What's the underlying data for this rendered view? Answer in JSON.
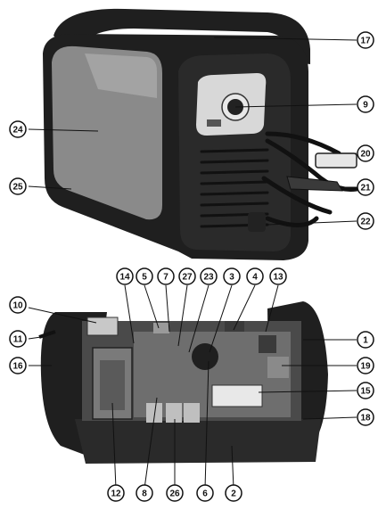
{
  "figure": {
    "callouts": [
      {
        "id": "17",
        "label": "17"
      },
      {
        "id": "9",
        "label": "9"
      },
      {
        "id": "24",
        "label": "24"
      },
      {
        "id": "20",
        "label": "20"
      },
      {
        "id": "25",
        "label": "25"
      },
      {
        "id": "21",
        "label": "21"
      },
      {
        "id": "22",
        "label": "22"
      },
      {
        "id": "14",
        "label": "14"
      },
      {
        "id": "5",
        "label": "5"
      },
      {
        "id": "7",
        "label": "7"
      },
      {
        "id": "27",
        "label": "27"
      },
      {
        "id": "23",
        "label": "23"
      },
      {
        "id": "3",
        "label": "3"
      },
      {
        "id": "4",
        "label": "4"
      },
      {
        "id": "13",
        "label": "13"
      },
      {
        "id": "10",
        "label": "10"
      },
      {
        "id": "11",
        "label": "11"
      },
      {
        "id": "16",
        "label": "16"
      },
      {
        "id": "1",
        "label": "1"
      },
      {
        "id": "19",
        "label": "19"
      },
      {
        "id": "15",
        "label": "15"
      },
      {
        "id": "18",
        "label": "18"
      },
      {
        "id": "12",
        "label": "12"
      },
      {
        "id": "8",
        "label": "8"
      },
      {
        "id": "26",
        "label": "26"
      },
      {
        "id": "6",
        "label": "6"
      },
      {
        "id": "2",
        "label": "2"
      }
    ],
    "colors": {
      "casing": "#1f1f1f",
      "side_panel": "#8a8a8a",
      "front_panel": "#d8d8d8",
      "pcb": "#6e6e6e",
      "leader_line": "#111111"
    }
  }
}
